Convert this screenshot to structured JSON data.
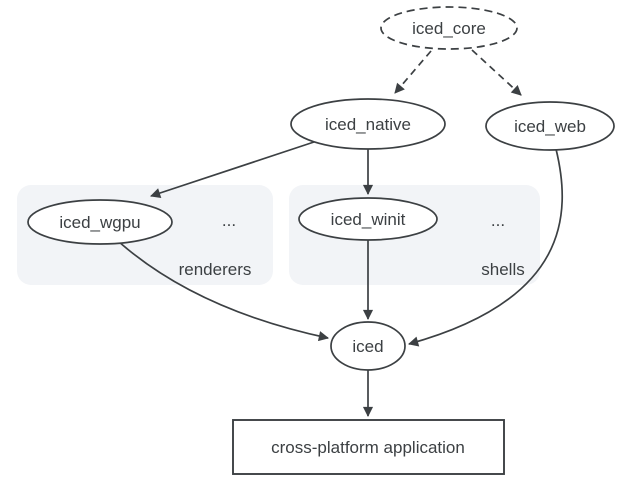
{
  "diagram": {
    "colors": {
      "stroke": "#3c4043",
      "text": "#3c4043",
      "accent": "#1a73e8",
      "group_fill": "#f2f4f7",
      "background": "#ffffff"
    },
    "nodes": {
      "iced_core": {
        "label": "iced_core",
        "shape": "ellipse",
        "border": "dashed"
      },
      "iced_native": {
        "label": "iced_native",
        "shape": "ellipse",
        "border": "solid"
      },
      "iced_web": {
        "label": "iced_web",
        "shape": "ellipse",
        "border": "solid"
      },
      "iced_wgpu": {
        "label": "iced_wgpu",
        "shape": "ellipse",
        "border": "solid"
      },
      "iced_winit": {
        "label": "iced_winit",
        "shape": "ellipse",
        "border": "solid"
      },
      "iced": {
        "label": "iced",
        "shape": "ellipse",
        "border": "solid"
      },
      "app": {
        "label": "cross-platform application",
        "shape": "rect",
        "border": "solid"
      }
    },
    "groups": {
      "renderers": {
        "label": "renderers",
        "ellipsis": "...",
        "members": [
          "iced_wgpu"
        ]
      },
      "shells": {
        "label": "shells",
        "ellipsis": "...",
        "members": [
          "iced_winit"
        ]
      }
    },
    "edges": [
      {
        "from": "iced_core",
        "to": "iced_native",
        "style": "dashed"
      },
      {
        "from": "iced_core",
        "to": "iced_web",
        "style": "dashed"
      },
      {
        "from": "iced_native",
        "to": "iced_wgpu",
        "style": "solid"
      },
      {
        "from": "iced_native",
        "to": "iced_winit",
        "style": "solid"
      },
      {
        "from": "iced_wgpu",
        "to": "iced",
        "style": "solid"
      },
      {
        "from": "iced_winit",
        "to": "iced",
        "style": "solid"
      },
      {
        "from": "iced_web",
        "to": "iced",
        "style": "solid"
      },
      {
        "from": "iced",
        "to": "app",
        "style": "solid"
      }
    ]
  }
}
